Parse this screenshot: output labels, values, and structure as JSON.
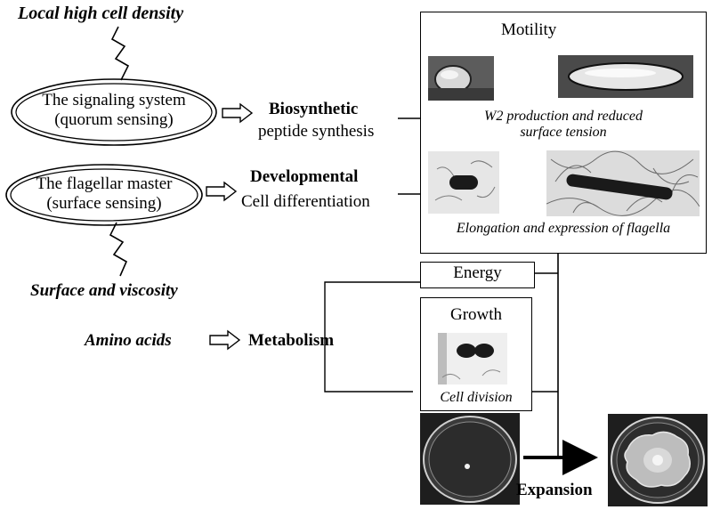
{
  "inputs": {
    "cell_density": "Local high cell density",
    "surface": "Surface and viscosity",
    "amino_acids": "Amino acids"
  },
  "systems": {
    "signaling": {
      "line1": "The signaling system",
      "line2": "(quorum sensing)"
    },
    "flagellar": {
      "line1": "The flagellar master",
      "line2": "(surface sensing)"
    }
  },
  "processes": {
    "biosynthetic": {
      "title": "Biosynthetic",
      "subtitle": "peptide synthesis"
    },
    "developmental": {
      "title": "Developmental",
      "subtitle": "Cell differentiation"
    },
    "metabolism": {
      "title": "Metabolism"
    }
  },
  "motility": {
    "title": "Motility",
    "caption1_line1": "W2 production and reduced",
    "caption1_line2": "surface tension",
    "caption2": "Elongation and expression of flagella"
  },
  "energy": {
    "label": "Energy"
  },
  "growth": {
    "title": "Growth",
    "caption": "Cell division"
  },
  "expansion": {
    "label": "Expansion"
  },
  "colors": {
    "ink": "#000000",
    "paper": "#ffffff",
    "photo_dark": "#1a1a1a"
  }
}
